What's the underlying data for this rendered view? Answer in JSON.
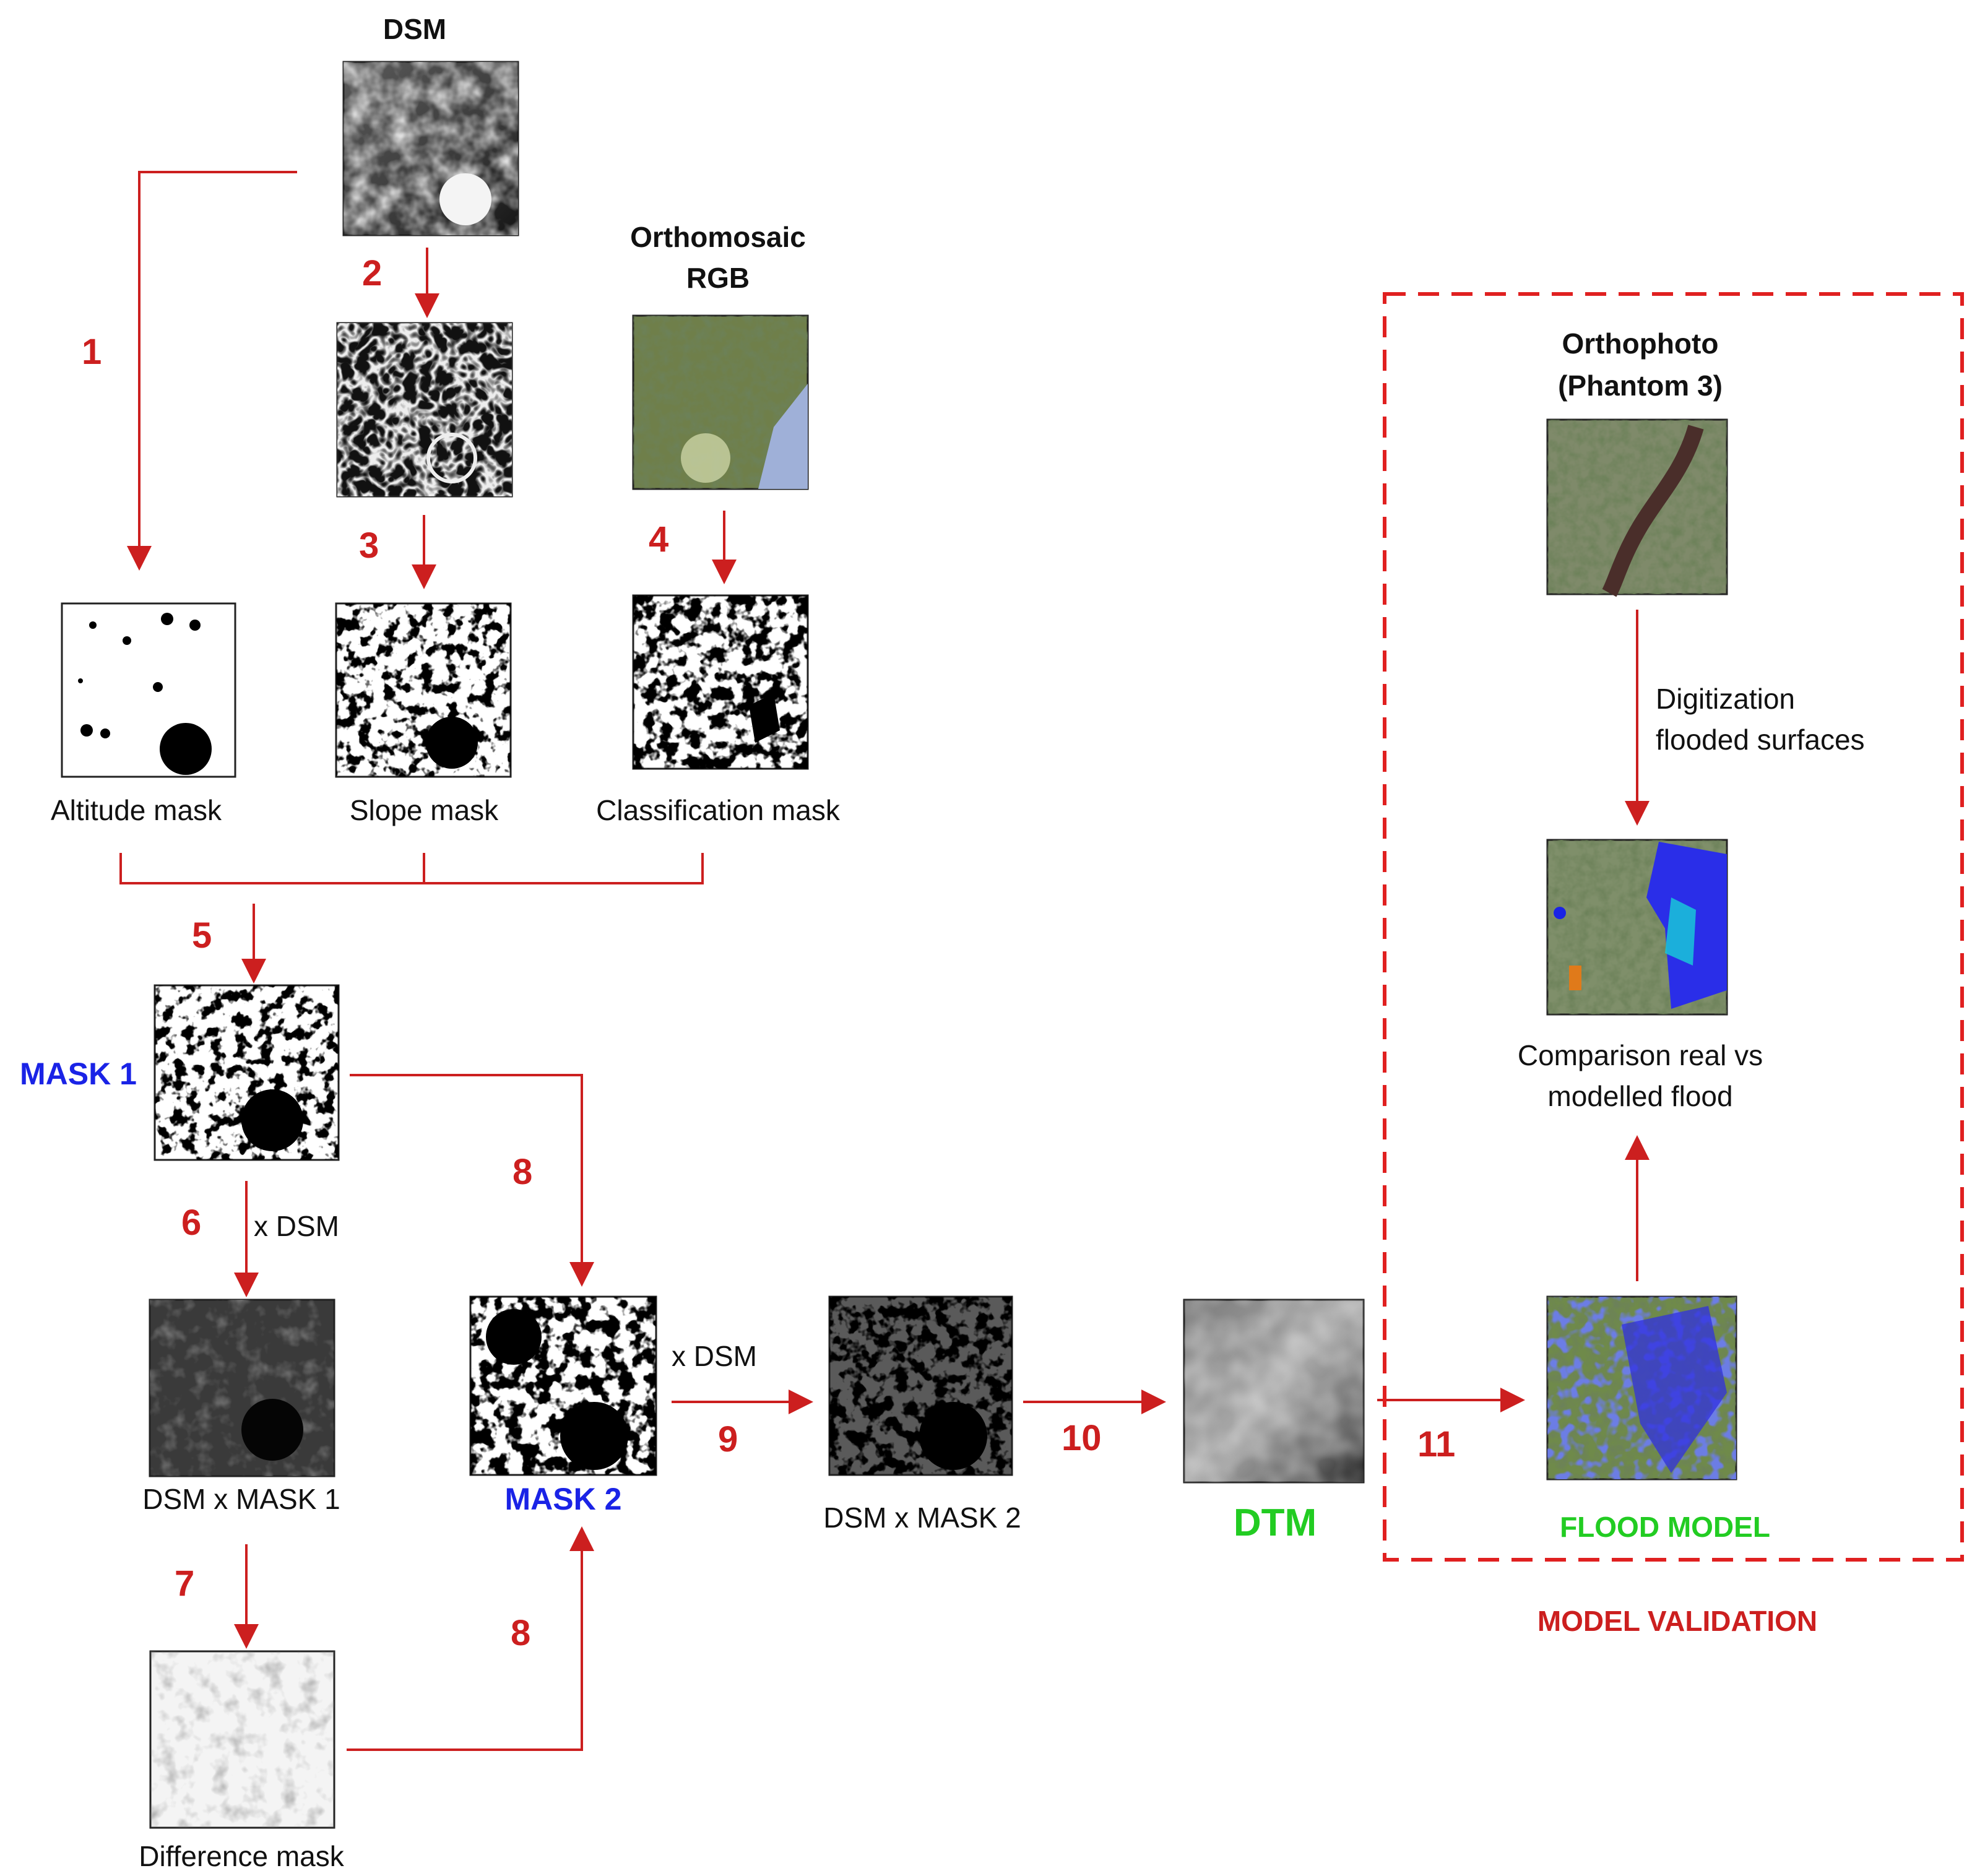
{
  "inputs": {
    "dsm_title": "DSM",
    "ortho_title_line1": "Orthomosaic",
    "ortho_title_line2": "RGB"
  },
  "masks": {
    "altitude": "Altitude mask",
    "slope": "Slope mask",
    "classification": "Classification mask",
    "mask1": "MASK 1",
    "dsm_x_mask1": "DSM x MASK 1",
    "difference": "Difference mask",
    "mask2": "MASK 2",
    "dsm_x_mask2": "DSM x MASK 2",
    "dtm": "DTM"
  },
  "operations": {
    "x_dsm_a": "x DSM",
    "x_dsm_b": "x DSM"
  },
  "steps": {
    "s1": "1",
    "s2": "2",
    "s3": "3",
    "s4": "4",
    "s5": "5",
    "s6": "6",
    "s7": "7",
    "s8a": "8",
    "s8b": "8",
    "s9": "9",
    "s10": "10",
    "s11": "11"
  },
  "validation": {
    "orthophoto_line1": "Orthophoto",
    "orthophoto_line2": "(Phantom 3)",
    "digitization_line1": "Digitization",
    "digitization_line2": "flooded surfaces",
    "comparison_line1": "Comparison real vs",
    "comparison_line2": "modelled flood",
    "flood_model": "FLOOD MODEL",
    "box_title": "MODEL VALIDATION"
  },
  "colors": {
    "arrow": "#cc1f1f",
    "mask_label": "#1a23e6",
    "model_label": "#22cc22",
    "validation_box": "#e02020"
  }
}
